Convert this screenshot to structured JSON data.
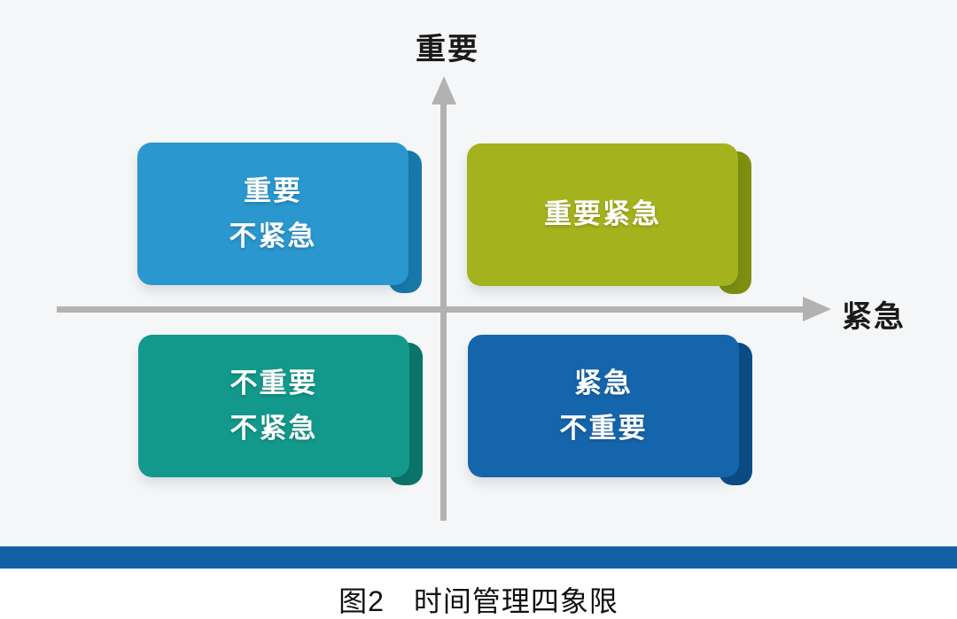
{
  "figure": {
    "caption": "图2　时间管理四象限",
    "axes": {
      "y_label": "重要",
      "x_label": "紧急"
    },
    "quadrants": [
      {
        "name": "important-not-urgent",
        "position": "top-left",
        "lines": [
          "重要",
          "不紧急"
        ],
        "color": "#2a97cf",
        "edge_color": "#1879ad"
      },
      {
        "name": "important-urgent",
        "position": "top-right",
        "lines": [
          "重要紧急"
        ],
        "color": "#a4b21d",
        "edge_color": "#7f8f10"
      },
      {
        "name": "not-important-not-urgent",
        "position": "bottom-left",
        "lines": [
          "不重要",
          "不紧急"
        ],
        "color": "#12998b",
        "edge_color": "#0a7568"
      },
      {
        "name": "urgent-not-important",
        "position": "bottom-right",
        "lines": [
          "紧急",
          "不重要"
        ],
        "color": "#1565ad",
        "edge_color": "#0c4c85"
      }
    ],
    "colors": {
      "background": "#f5f6f7",
      "axis": "#b2b2b2",
      "axis_label_text": "#1a1a1a",
      "box_text": "#ffffff",
      "divider_bar": "#1261a7",
      "footer_background": "#ffffff",
      "caption_text": "#111111"
    }
  }
}
